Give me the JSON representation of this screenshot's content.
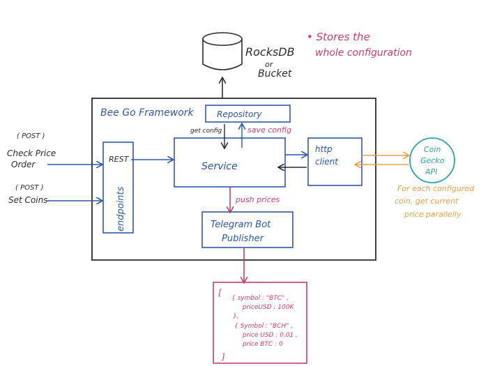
{
  "storage": {
    "line1": "RocksDB",
    "line2": "or",
    "line3": "Bucket",
    "note_line1": "• Stores the",
    "note_line2": "whole configuration"
  },
  "framework": {
    "title": "Bee Go Framework"
  },
  "repository": {
    "label": "Repository"
  },
  "service": {
    "label": "Service"
  },
  "http_client": {
    "line1": "http",
    "line2": "client"
  },
  "rest": {
    "label": "REST"
  },
  "endpoints": {
    "label": "endpoints"
  },
  "telegram": {
    "line1": "Telegram Bot",
    "line2": "Publisher"
  },
  "edges": {
    "get_config": "get config",
    "save_config": "save config",
    "push_prices": "push prices"
  },
  "inputs": {
    "post1": "( POST )",
    "check_line1": "Check Price",
    "check_line2": "Order",
    "post2": "( POST )",
    "setcoins": "Set Coins"
  },
  "coingecko": {
    "line1": "Coin",
    "line2": "Gecko",
    "line3": "API",
    "note_line1": "For each configured",
    "note_line2": "coin, get current",
    "note_line3": "price parallelly"
  },
  "payload": {
    "open": "[",
    "obj1_open": "{  symbol : \"BTC\" ,",
    "obj1_price": "priceUSD : 100K",
    "obj1_close": "},",
    "obj2_open": "{  Symbol  :  \"BCH\" ,",
    "obj2_usd": "price USD :  0.01 ,",
    "obj2_btc": "price BTC :  0",
    "close": "]"
  },
  "colors": {
    "ink": "#2b2b2b",
    "blue": "#2f56a8",
    "pink": "#c83c6e",
    "orange": "#e8a043",
    "teal": "#2aa2a8"
  }
}
